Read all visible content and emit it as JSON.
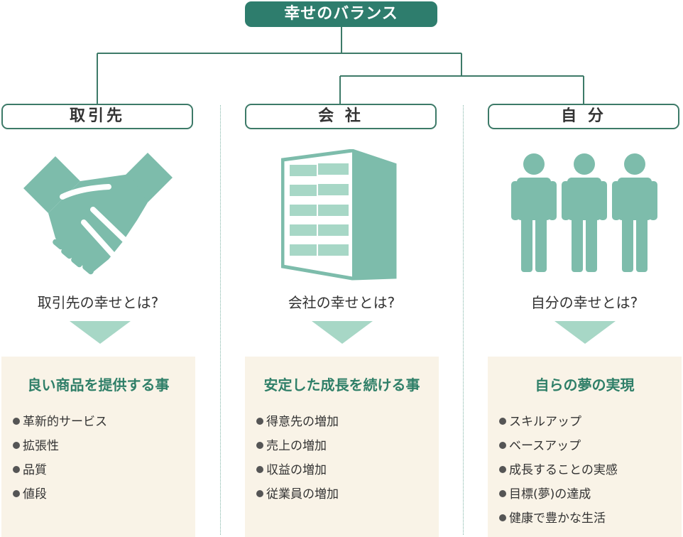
{
  "title": "幸せのバランス",
  "columns": [
    {
      "heading": "取引先",
      "icon": "handshake-icon",
      "question": "取引先の幸せとは?",
      "goal": "良い商品を提供する事",
      "items": [
        "革新的サービス",
        "拡張性",
        "品質",
        "値段"
      ]
    },
    {
      "heading": "会 社",
      "icon": "building-icon",
      "question": "会社の幸せとは?",
      "goal": "安定した成長を続ける事",
      "items": [
        "得意先の増加",
        "売上の増加",
        "収益の増加",
        "従業員の増加"
      ]
    },
    {
      "heading": "自 分",
      "icon": "people-icon",
      "question": "自分の幸せとは?",
      "goal": "自らの夢の実現",
      "items": [
        "スキルアップ",
        "ベースアップ",
        "成長することの実感",
        "目標(夢)の達成",
        "健康で豊かな生活"
      ]
    }
  ],
  "colors": {
    "title_bg": "#2e7d6d",
    "border": "#3d7a68",
    "icon": "#7dbcab",
    "arrow": "#a7d7c6",
    "panel_bg": "#f9f3e7",
    "goal_text": "#2f7f68"
  }
}
